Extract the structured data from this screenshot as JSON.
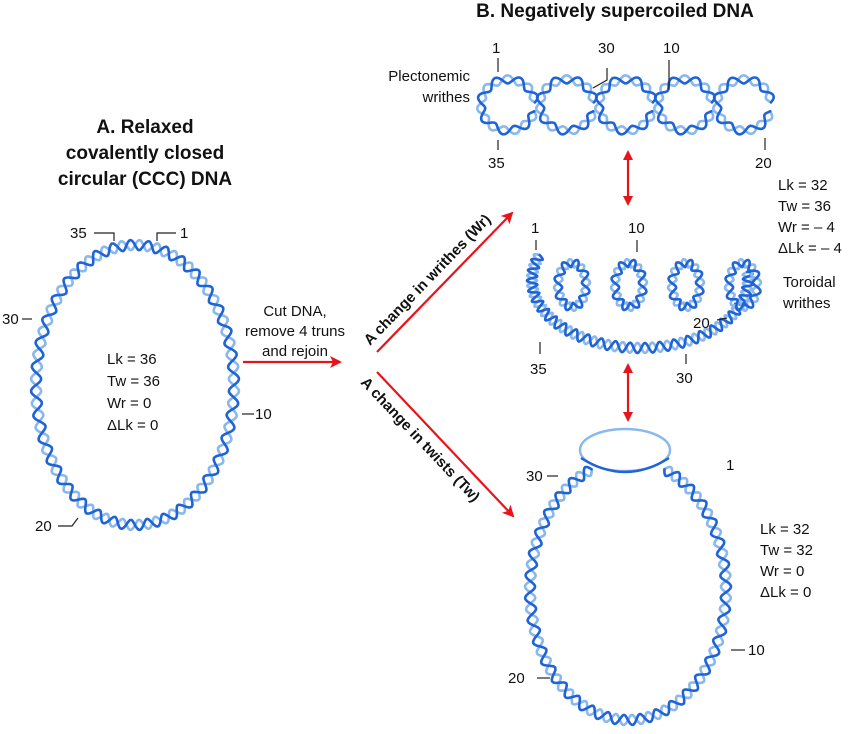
{
  "colors": {
    "strand_dark": "#1f64d6",
    "strand_light": "#8ab8ec",
    "arrow": "#e8141b",
    "text": "#111111"
  },
  "panel_a": {
    "title_lines": [
      "A. Relaxed",
      "covalently closed",
      "circular (CCC) DNA"
    ],
    "position_labels": {
      "p35": "35",
      "p1": "1",
      "p30": "30",
      "p10": "10",
      "p20": "20"
    },
    "stats": [
      "Lk = 36",
      "Tw = 36",
      "Wr = 0",
      "ΔLk = 0"
    ],
    "helical_turns": 36
  },
  "transition": {
    "label_lines": [
      "Cut DNA,",
      "remove 4 truns",
      "and rejoin"
    ],
    "writhe_arrow_label": "A change in writhes (Wr)",
    "twist_arrow_label": "A change in twists (Tw)"
  },
  "panel_b": {
    "title": "B. Negatively supercoiled DNA",
    "plectonemic": {
      "label_lines": [
        "Plectonemic",
        "writhes"
      ],
      "position_labels": {
        "p1": "1",
        "p30": "30",
        "p10": "10",
        "p35": "35",
        "p20": "20"
      },
      "loops": 5
    },
    "writhe_stats": [
      "Lk = 32",
      "Tw = 36",
      "Wr = – 4",
      "ΔLk = – 4"
    ],
    "toroidal": {
      "label_lines": [
        "Toroidal",
        "writhes"
      ],
      "position_labels": {
        "p1": "1",
        "p10": "10",
        "p20": "20",
        "p35": "35",
        "p30": "30"
      },
      "coils": 4
    },
    "twisted": {
      "position_labels": {
        "p30": "30",
        "p1": "1",
        "p10": "10",
        "p20": "20"
      },
      "stats": [
        "Lk = 32",
        "Tw = 32",
        "Wr = 0",
        "ΔLk = 0"
      ],
      "helical_turns": 32
    }
  }
}
